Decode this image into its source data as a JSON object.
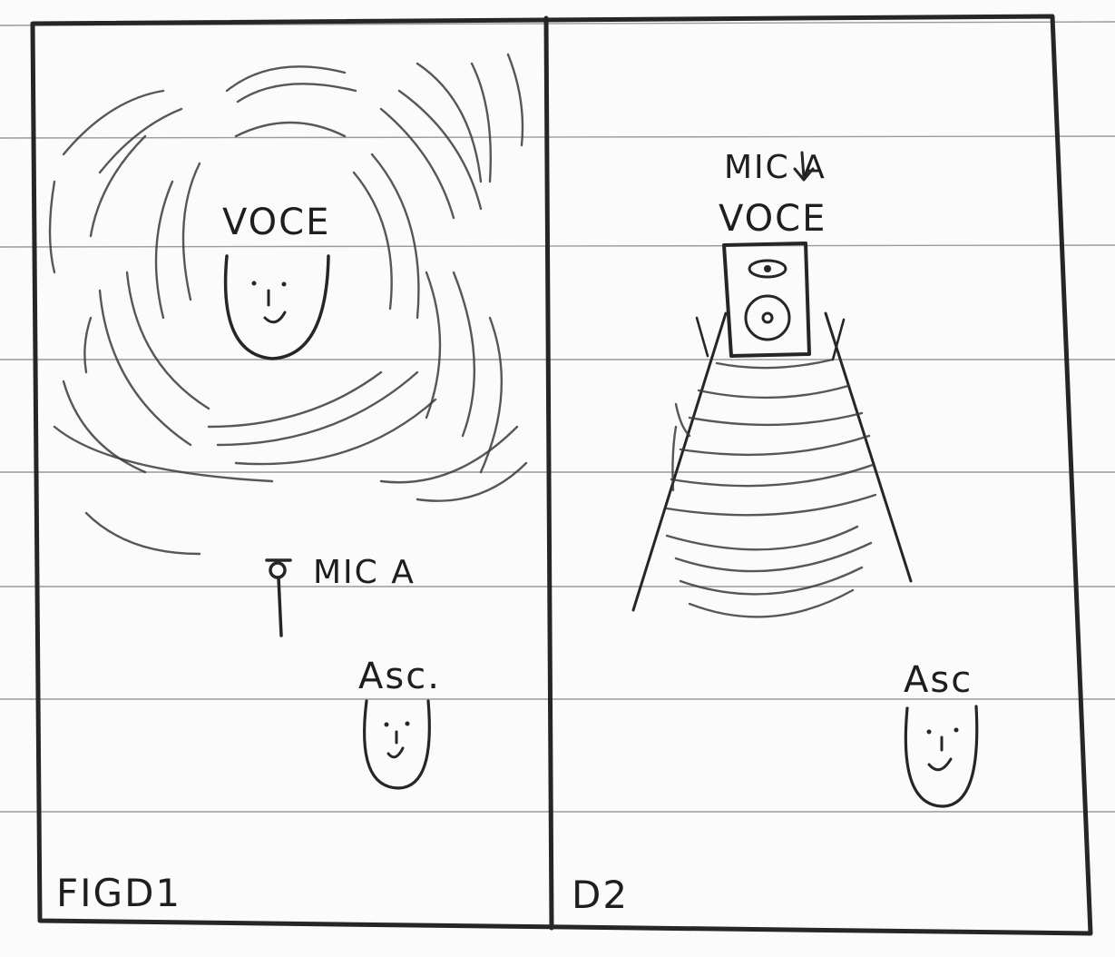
{
  "panels": [
    {
      "figure_label": "FIGD1",
      "speaker_label": "VOCE",
      "mic_label": "MIC A",
      "listener_label": "Asc."
    },
    {
      "figure_label": "D2",
      "mic_label": "MIC A",
      "speaker_label": "VOCE",
      "listener_label": "Asc"
    }
  ],
  "colors": {
    "ink": "#262626",
    "paper": "#fbfbfb",
    "rule": "#9a9a9a"
  }
}
